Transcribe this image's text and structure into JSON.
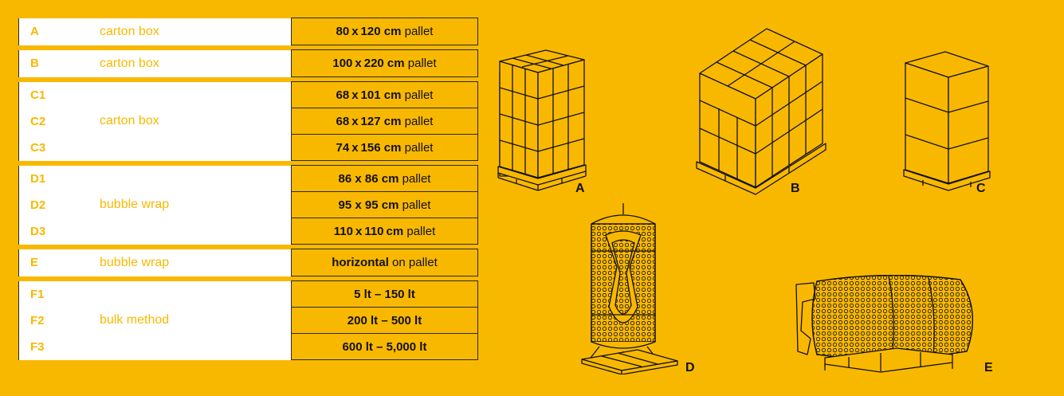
{
  "groups": [
    {
      "type": "carton box",
      "rows": [
        {
          "code": "A",
          "bold": "80 x 120 cm",
          "rest": " pallet"
        }
      ]
    },
    {
      "type": "carton box",
      "rows": [
        {
          "code": "B",
          "bold": "100 x 220 cm",
          "rest": " pallet"
        }
      ]
    },
    {
      "type": "carton box",
      "rows": [
        {
          "code": "C1",
          "bold": "68 x 101 cm",
          "rest": " pallet"
        },
        {
          "code": "C2",
          "bold": "68 x 127 cm",
          "rest": " pallet"
        },
        {
          "code": "C3",
          "bold": "74 x 156 cm",
          "rest": " pallet"
        }
      ]
    },
    {
      "type": "bubble wrap",
      "rows": [
        {
          "code": "D1",
          "bold": "86 x 86 cm",
          "rest": " pallet"
        },
        {
          "code": "D2",
          "bold": "95 x 95 cm",
          "rest": " pallet"
        },
        {
          "code": "D3",
          "bold": "110 x 110 cm",
          "rest": " pallet"
        }
      ]
    },
    {
      "type": "bubble wrap",
      "rows": [
        {
          "code": "E",
          "bold": "horizontal",
          "rest": " on pallet"
        }
      ]
    },
    {
      "type": "bulk method",
      "rows": [
        {
          "code": "F1",
          "bold": "5 lt – 150 lt",
          "rest": ""
        },
        {
          "code": "F2",
          "bold": "200 lt – 500 lt",
          "rest": ""
        },
        {
          "code": "F3",
          "bold": "600 lt – 5,000 lt",
          "rest": ""
        }
      ]
    }
  ],
  "figures": {
    "a": "A",
    "b": "B",
    "c": "C",
    "d": "D",
    "e": "E"
  },
  "colors": {
    "accent": "#F9B800",
    "ink": "#111111",
    "white": "#FFFFFF"
  }
}
